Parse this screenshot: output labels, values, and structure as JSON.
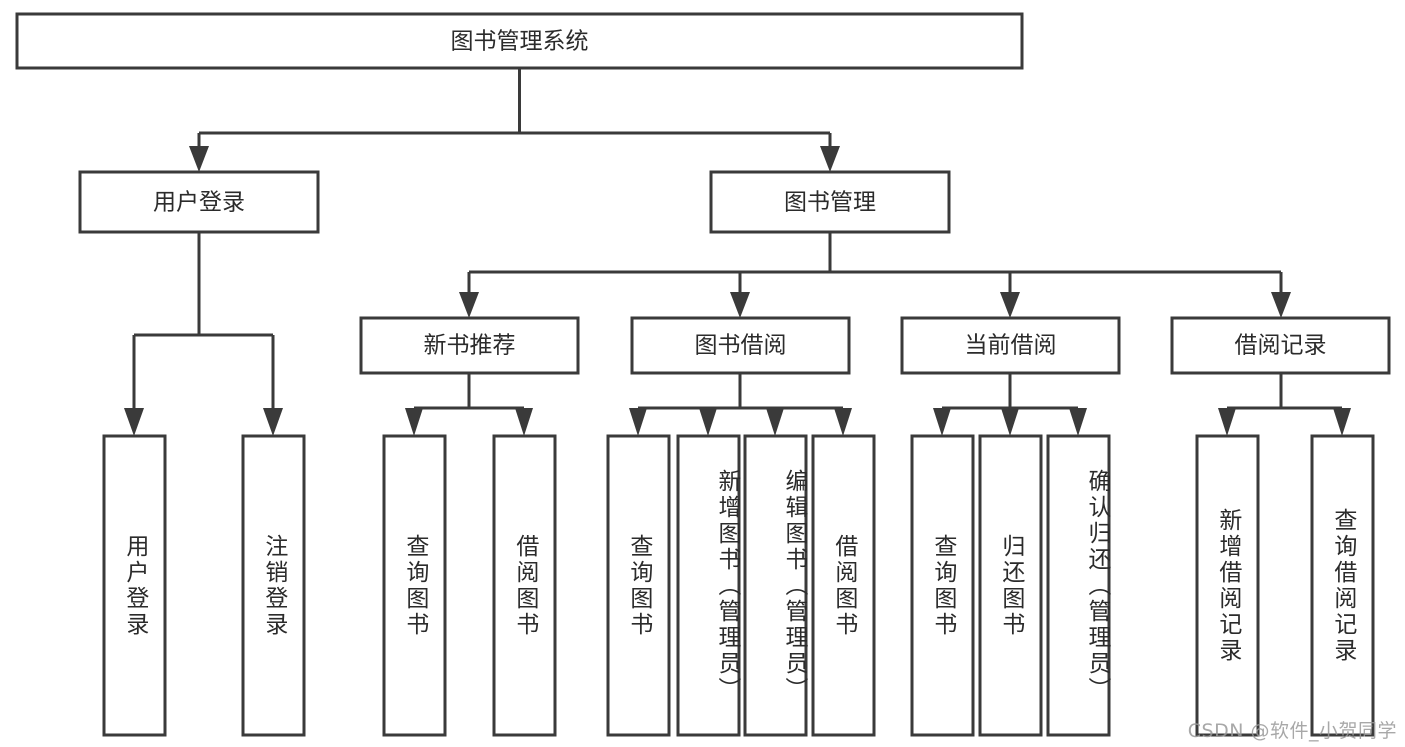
{
  "diagram": {
    "title": "图书管理系统",
    "type": "tree-hierarchy",
    "orientation": "top-down",
    "colors": {
      "box_fill": "#ffffff",
      "box_stroke": "#3a3a3a",
      "text": "#2b2b2b",
      "background": "#ffffff",
      "watermark": "#9a9a9a"
    },
    "nodes": {
      "root": {
        "label": "图书管理系统",
        "level": 0,
        "orientation": "horizontal"
      },
      "l1": [
        {
          "id": "user-login",
          "label": "用户登录",
          "orientation": "horizontal"
        },
        {
          "id": "book-manage",
          "label": "图书管理",
          "orientation": "horizontal"
        }
      ],
      "l2": [
        {
          "id": "new-book-recommend",
          "label": "新书推荐",
          "parent": "book-manage",
          "orientation": "horizontal"
        },
        {
          "id": "book-borrow",
          "label": "图书借阅",
          "parent": "book-manage",
          "orientation": "horizontal"
        },
        {
          "id": "current-borrow",
          "label": "当前借阅",
          "parent": "book-manage",
          "orientation": "horizontal"
        },
        {
          "id": "borrow-record",
          "label": "借阅记录",
          "parent": "book-manage",
          "orientation": "horizontal"
        }
      ],
      "leaves": [
        {
          "id": "leaf-user-login",
          "label": "用户登录",
          "parent": "user-login",
          "orientation": "vertical"
        },
        {
          "id": "leaf-logout-login",
          "label": "注销登录",
          "parent": "user-login",
          "orientation": "vertical"
        },
        {
          "id": "leaf-query-book-1",
          "label": "查询图书",
          "parent": "new-book-recommend",
          "orientation": "vertical"
        },
        {
          "id": "leaf-borrow-book-1",
          "label": "借阅图书",
          "parent": "new-book-recommend",
          "orientation": "vertical"
        },
        {
          "id": "leaf-query-book-2",
          "label": "查询图书",
          "parent": "book-borrow",
          "orientation": "vertical"
        },
        {
          "id": "leaf-add-book",
          "label": "新增图书（管理员）",
          "parent": "book-borrow",
          "orientation": "vertical"
        },
        {
          "id": "leaf-edit-book",
          "label": "编辑图书（管理员）",
          "parent": "book-borrow",
          "orientation": "vertical"
        },
        {
          "id": "leaf-borrow-book-2",
          "label": "借阅图书",
          "parent": "book-borrow",
          "orientation": "vertical"
        },
        {
          "id": "leaf-query-book-3",
          "label": "查询图书",
          "parent": "current-borrow",
          "orientation": "vertical"
        },
        {
          "id": "leaf-return-book",
          "label": "归还图书",
          "parent": "current-borrow",
          "orientation": "vertical"
        },
        {
          "id": "leaf-confirm-return",
          "label": "确认归还（管理员）",
          "parent": "current-borrow",
          "orientation": "vertical"
        },
        {
          "id": "leaf-add-record",
          "label": "新增借阅记录",
          "parent": "borrow-record",
          "orientation": "vertical"
        },
        {
          "id": "leaf-query-record",
          "label": "查询借阅记录",
          "parent": "borrow-record",
          "orientation": "vertical"
        }
      ]
    },
    "watermark": "CSDN @软件_小贺同学"
  }
}
